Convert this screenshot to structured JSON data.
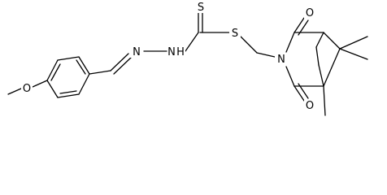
{
  "molecule": {
    "atoms": {
      "methoxy_o": "O",
      "imine_n": "N",
      "hydrazine_n": "N",
      "hydrazine_h": "H",
      "thione_s": "S",
      "thioester_s": "S",
      "ring_n": "N",
      "carbonyl_o_top": "O",
      "carbonyl_o_bottom": "O"
    }
  }
}
